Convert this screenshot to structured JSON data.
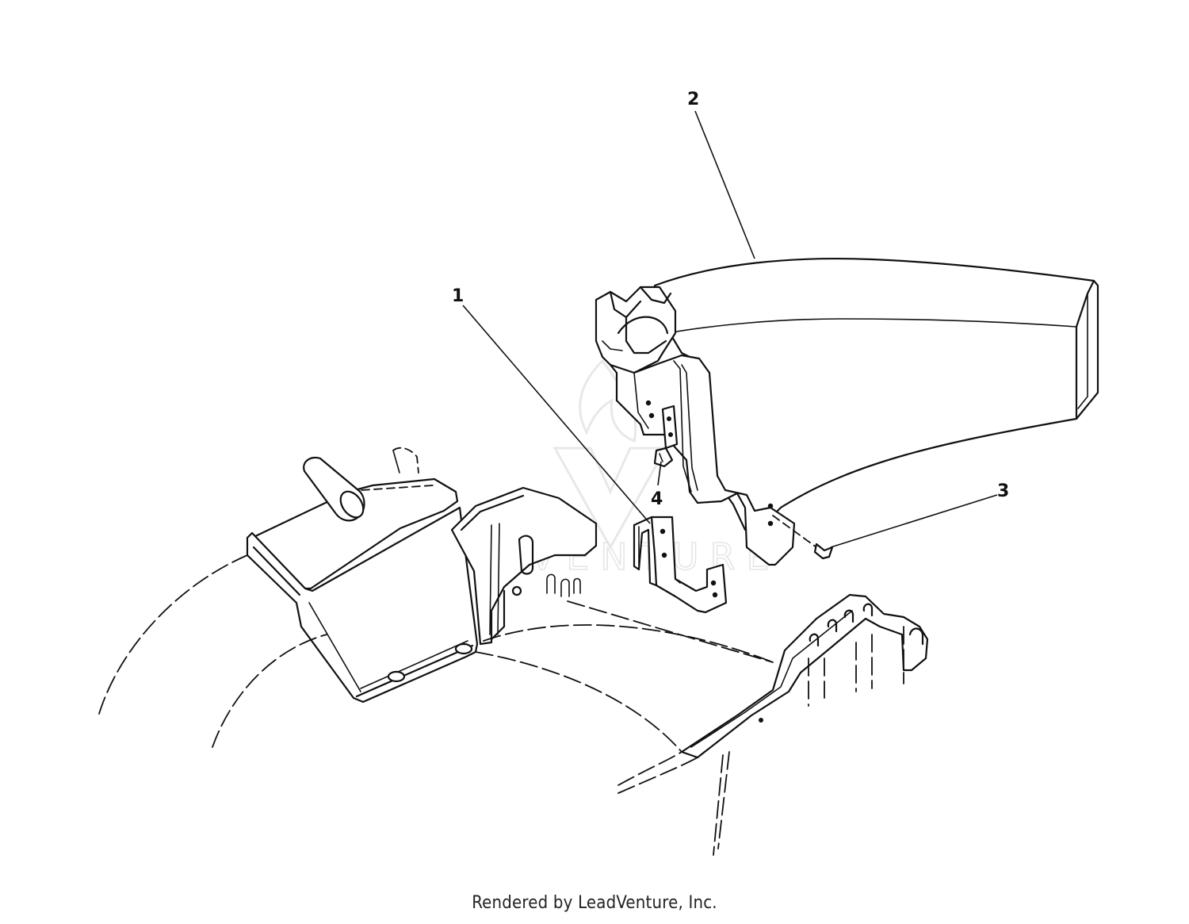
{
  "callouts": {
    "c1": "1",
    "c2": "2",
    "c3": "3",
    "c4": "4"
  },
  "watermark": "LEADVENTURE",
  "footer": "Rendered by LeadVenture, Inc."
}
